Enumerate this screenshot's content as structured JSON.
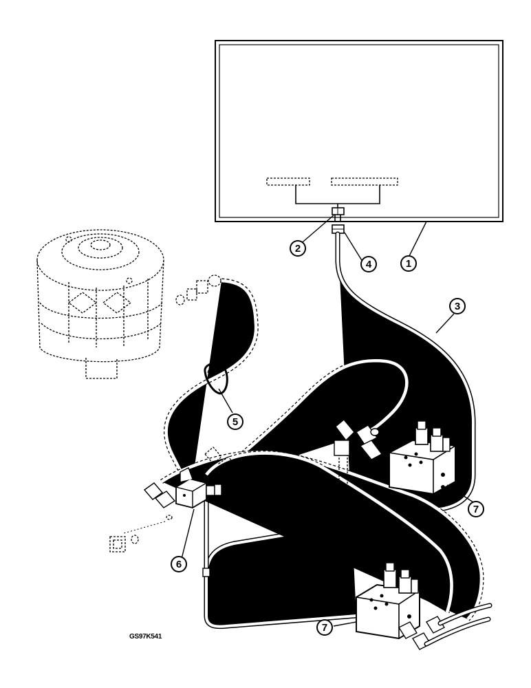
{
  "figure_id": "GS97K541",
  "callouts": {
    "c1": "1",
    "c2": "2",
    "c3": "3",
    "c4": "4",
    "c5": "5",
    "c6": "6",
    "c7a": "7",
    "c7b": "7"
  }
}
